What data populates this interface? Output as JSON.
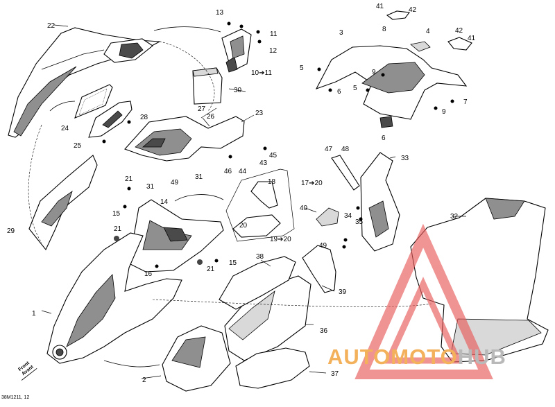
{
  "diagram_code": "38M1211, 12",
  "watermark": {
    "part1": "AUTOMOTO",
    "part2": "HUB",
    "color_main": "#f3b15c",
    "color_hub": "#b9b9b9",
    "triangle_color": "#e85a5a"
  },
  "front_label": {
    "line1": "Front",
    "line2": "Avant"
  },
  "callouts": {
    "c1": "1",
    "c2": "2",
    "c3": "3",
    "c4": "4",
    "c5a": "5",
    "c5b": "5",
    "c6a": "6",
    "c6b": "6",
    "c7": "7",
    "c8": "8",
    "c9a": "9",
    "c9b": "9",
    "c10to11": "10➔11",
    "c11": "11",
    "c12": "12",
    "c13": "13",
    "c14": "14",
    "c15a": "15",
    "c15b": "15",
    "c16": "16",
    "c17to20": "17➔20",
    "c18": "18",
    "c19to20": "19➔20",
    "c20": "20",
    "c21a": "21",
    "c21b": "21",
    "c21c": "21",
    "c22": "22",
    "c23": "23",
    "c24": "24",
    "c25": "25",
    "c26": "26",
    "c27": "27",
    "c28": "28",
    "c29": "29",
    "c30": "30",
    "c31a": "31",
    "c31b": "31",
    "c32": "32",
    "c33": "33",
    "c34": "34",
    "c35": "35",
    "c36": "36",
    "c37": "37",
    "c38": "38",
    "c39": "39",
    "c40": "40",
    "c41a": "41",
    "c41b": "41",
    "c42a": "42",
    "c42b": "42",
    "c43": "43",
    "c44": "44",
    "c45": "45",
    "c46": "46",
    "c47": "47",
    "c48": "48",
    "c49a": "49",
    "c49b": "49"
  }
}
